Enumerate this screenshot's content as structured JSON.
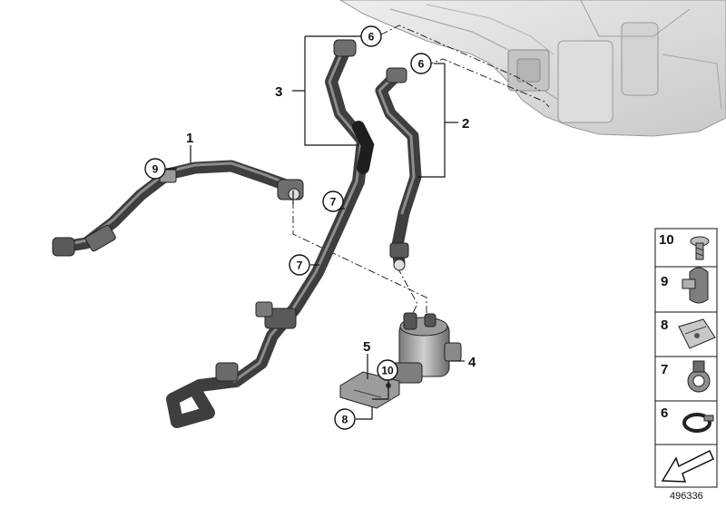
{
  "callouts": {
    "part_1": "1",
    "part_2": "2",
    "part_3": "3",
    "part_4": "4",
    "part_5": "5",
    "circle_6a": "6",
    "circle_6b": "6",
    "circle_7a": "7",
    "circle_7b": "7",
    "circle_8": "8",
    "circle_9": "9",
    "circle_10": "10"
  },
  "side_panel": {
    "items": [
      {
        "number": "10",
        "icon": "screw-icon"
      },
      {
        "number": "9",
        "icon": "hose-clip-icon"
      },
      {
        "number": "8",
        "icon": "spring-nut-icon"
      },
      {
        "number": "7",
        "icon": "hose-holder-icon"
      },
      {
        "number": "6",
        "icon": "hose-clamp-icon"
      }
    ],
    "arrow_icon": "direction-arrow-icon"
  },
  "diagram_id": "496336",
  "colors": {
    "hose": "#4a4a4a",
    "hose_highlight": "#8c8c8c",
    "housing": "#d8d8d8",
    "line": "#111111"
  }
}
